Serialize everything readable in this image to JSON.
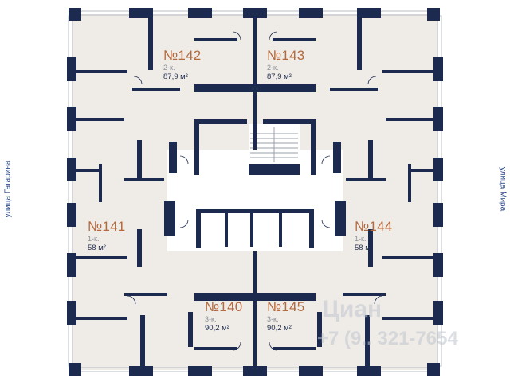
{
  "streets": {
    "left": "улица Гагарина",
    "right": "улица Мира"
  },
  "apartments": [
    {
      "id": "142",
      "number": "№142",
      "type": "2-к.",
      "area": "87,9 м²"
    },
    {
      "id": "143",
      "number": "№143",
      "type": "2-к.",
      "area": "87,9 м²"
    },
    {
      "id": "141",
      "number": "№141",
      "type": "1-к.",
      "area": "58 м²"
    },
    {
      "id": "144",
      "number": "№144",
      "type": "1-к.",
      "area": "58 м²"
    },
    {
      "id": "140",
      "number": "№140",
      "type": "3-к.",
      "area": "90,2 м²"
    },
    {
      "id": "145",
      "number": "№145",
      "type": "3-к.",
      "area": "90,2 м²"
    }
  ],
  "watermark": {
    "brand": "Циан",
    "phone": "+7 (9.. 321-7654"
  },
  "colors": {
    "wall": "#1b2a4e",
    "floor": "#efebe7",
    "accent": "#b36a3e"
  }
}
